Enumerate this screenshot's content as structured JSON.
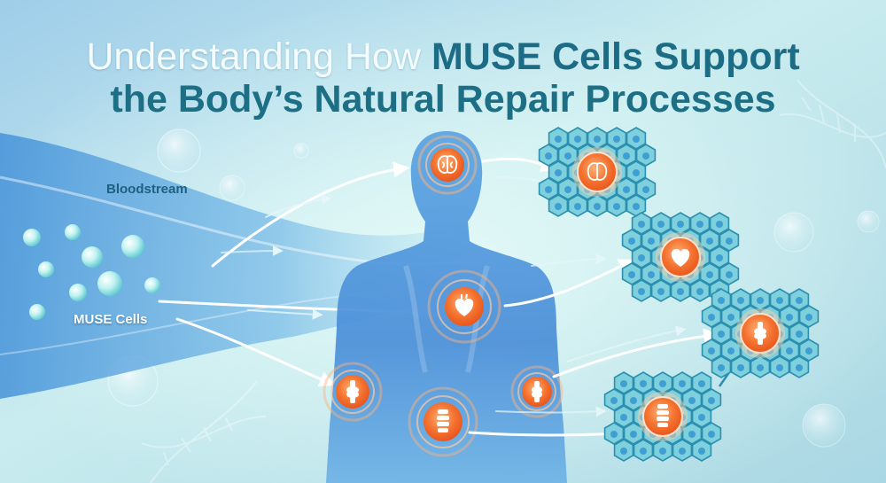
{
  "title": {
    "line1_prefix": "Understanding How ",
    "line1_emphasis": "MUSE Cells Support",
    "line2": "the Body’s Natural Repair Processes"
  },
  "labels": {
    "bloodstream": "Bloodstream",
    "muse_cells": "MUSE Cells"
  },
  "body_targets": [
    {
      "name": "brain",
      "icon": "brain-icon"
    },
    {
      "name": "heart",
      "icon": "heart-icon"
    },
    {
      "name": "left-knee",
      "icon": "knee-joint-icon"
    },
    {
      "name": "right-knee",
      "icon": "knee-joint-icon"
    },
    {
      "name": "spine",
      "icon": "spine-icon"
    }
  ],
  "tissue_clusters": [
    {
      "name": "brain-tissue",
      "icon": "brain-icon"
    },
    {
      "name": "heart-tissue",
      "icon": "heart-icon"
    },
    {
      "name": "joint-tissue",
      "icon": "knee-joint-icon"
    },
    {
      "name": "spine-tissue",
      "icon": "spine-icon"
    }
  ],
  "colors": {
    "background_light": "#cfeef0",
    "background_blue": "#8fc3e3",
    "title_teal": "#1b6c84",
    "body_blue": "#4f95dc",
    "highlight_orange": "#f26a2e"
  }
}
